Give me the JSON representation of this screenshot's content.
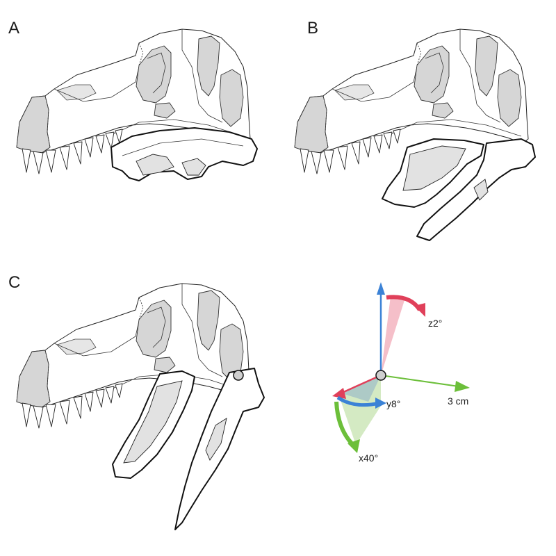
{
  "panels": [
    {
      "letter": "A"
    },
    {
      "letter": "B"
    },
    {
      "letter": "C"
    }
  ],
  "rotation_axes": {
    "z": {
      "label": "z2°",
      "color": "#e0405a"
    },
    "y": {
      "label": "y8°",
      "color": "#3b82d6"
    },
    "x": {
      "label": "x40°",
      "color": "#6cbf3a"
    },
    "scale": {
      "label": "3 cm",
      "color": "#6cbf3a"
    }
  },
  "colors": {
    "bone_shade": "#d6d6d6",
    "bone_light": "#e6e6e6",
    "outline": "#222222"
  }
}
